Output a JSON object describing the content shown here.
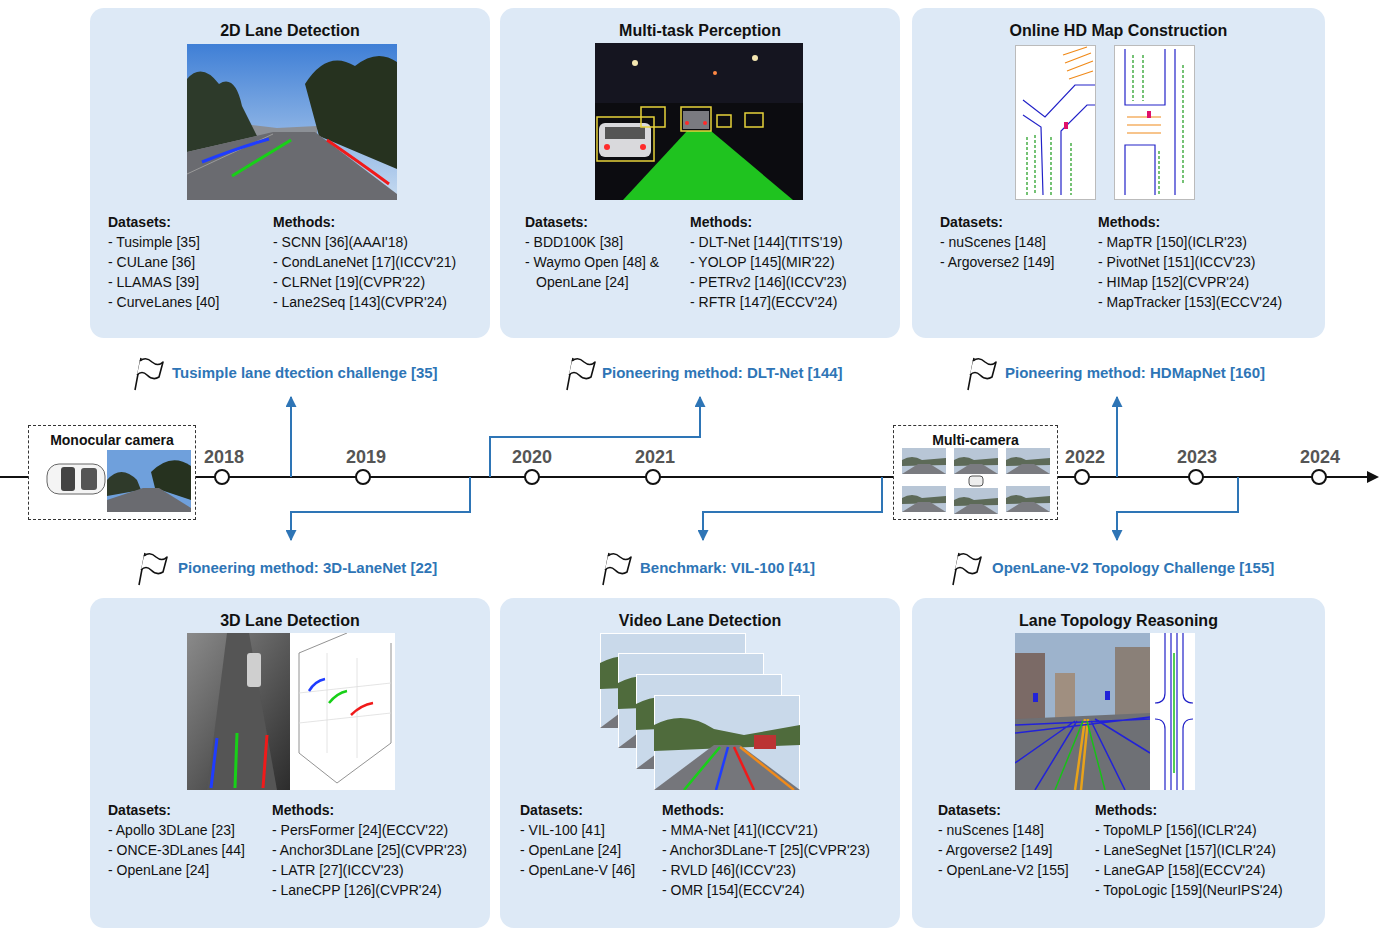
{
  "diagram": {
    "nodes": [
      {
        "text": [
          "2D Lane Detection",
          "Datasets:",
          "- Tusimple [35]",
          "- CULane [36]",
          "- LLAMAS [39]",
          "- CurveLanes [40]",
          "Methods:",
          "- SCNN [36](AAAI'18)",
          "- CondLaneNet [17](ICCV'21)",
          "- CLRNet [19](CVPR'22)",
          "- Lane2Seq [143](CVPR'24)"
        ]
      },
      {
        "text": [
          "Multi-task Perception",
          "Datasets:",
          "- BDD100K [38]",
          "- Waymo Open [48] & OpenLane [24]",
          "Methods:",
          "- DLT-Net [144](TITS'19)",
          "- YOLOP [145](MIR'22)",
          "- PETRv2 [146](ICCV'23)",
          "- RFTR [147](ECCV'24)"
        ]
      },
      {
        "text": [
          "Online HD Map Construction",
          "Datasets:",
          "- nuScenes [148]",
          "- Argoverse2 [149]",
          "Methods:",
          "- MapTR [150](ICLR'23)",
          "- PivotNet [151](ICCV'23)",
          "- HIMap [152](CVPR'24)",
          "- MapTracker [153](ECCV'24)"
        ]
      },
      {
        "text": [
          "Monocular camera"
        ]
      },
      {
        "text": [
          "Multi-camera"
        ]
      },
      {
        "text": [
          "3D Lane Detection",
          "Datasets:",
          "- Apollo 3DLane [23]",
          "- ONCE-3DLanes [44]",
          "- OpenLane [24]",
          "Methods:",
          "- PersFormer [24](ECCV'22)",
          "- Anchor3DLane [25](CVPR'23)",
          "- LATR [27](ICCV'23)",
          "- LaneCPP [126](CVPR'24)"
        ]
      },
      {
        "text": [
          "Video Lane Detection",
          "Datasets:",
          "- VIL-100 [41]",
          "- OpenLane [24]",
          "- OpenLane-V [46]",
          "Methods:",
          "- MMA-Net [41](ICCV'21)",
          "- Anchor3DLane-T [25](CVPR'23)",
          "- RVLD [46](ICCV'23)",
          "- OMR [154](ECCV'24)"
        ]
      },
      {
        "text": [
          "Lane Topology Reasoning",
          "Datasets:",
          "- nuScenes [148]",
          "- Argoverse2 [149]",
          "- OpenLane-V2 [155]",
          "Methods:",
          "- TopoMLP [156](ICLR'24)",
          "- LaneSegNet [157](ICLR'24)",
          "- LaneGAP [158](ECCV'24)",
          "- TopoLogic [159](NeurIPS'24)"
        ]
      }
    ],
    "labels": [
      "Tusimple lane dtection challenge [35]",
      "Pioneering method: DLT-Net [144]",
      "Pioneering method: HDMapNet [160]",
      "2018",
      "2019",
      "2020",
      "2021",
      "2022",
      "2023",
      "2024",
      "Pioneering method: 3D-LaneNet [22]",
      "Benchmark: VIL-100 [41]",
      "OpenLane-V2 Topology Challenge [155]"
    ]
  }
}
